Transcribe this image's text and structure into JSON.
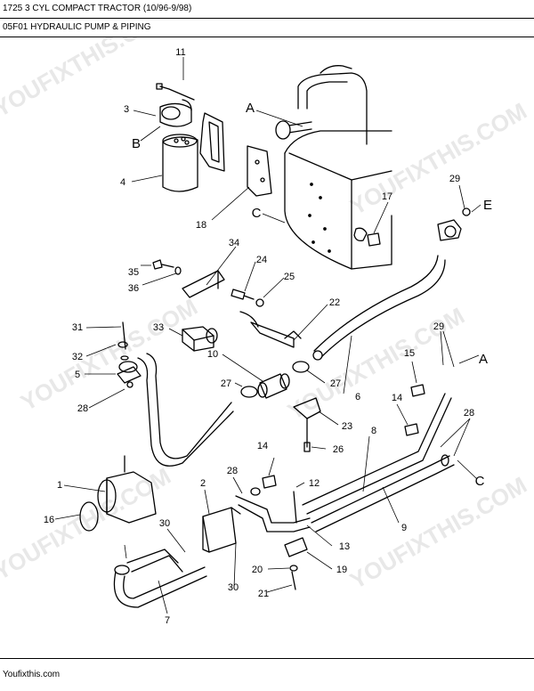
{
  "header": {
    "model": "1725 3 CYL COMPACT TRACTOR (10/96-9/98)",
    "section": "05F01 HYDRAULIC PUMP & PIPING"
  },
  "footer": {
    "site": "Youfixthis.com"
  },
  "watermark": "YOUFIXTHIS.COM",
  "callouts": {
    "n1": "1",
    "n2": "2",
    "n3": "3",
    "n4": "4",
    "n5": "5",
    "n6": "6",
    "n7": "7",
    "n8": "8",
    "n9": "9",
    "n10": "10",
    "n11": "11",
    "n12": "12",
    "n13": "13",
    "n14a": "14",
    "n14b": "14",
    "n15": "15",
    "n16": "16",
    "n17": "17",
    "n18": "18",
    "n19": "19",
    "n20": "20",
    "n21": "21",
    "n22": "22",
    "n23": "23",
    "n24": "24",
    "n25": "25",
    "n26": "26",
    "n27a": "27",
    "n27b": "27",
    "n28a": "28",
    "n28b": "28",
    "n28c": "28",
    "n29a": "29",
    "n29b": "29",
    "n30a": "30",
    "n30b": "30",
    "n31": "31",
    "n32": "32",
    "n33": "33",
    "n34": "34",
    "n35": "35",
    "n36": "36"
  },
  "refs": {
    "A1": "A",
    "A2": "A",
    "B": "B",
    "C1": "C",
    "C2": "C",
    "E": "E"
  }
}
